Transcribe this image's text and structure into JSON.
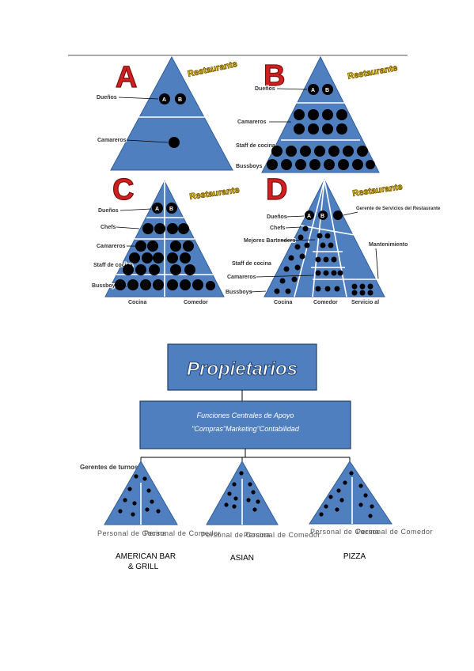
{
  "pyramids": {
    "A": {
      "letter": "A",
      "brand": "Restaurante",
      "labels": {
        "dueños": "Dueños",
        "camareros": "Camareros"
      },
      "a": "A",
      "b": "B"
    },
    "B": {
      "letter": "B",
      "brand": "Restaurante",
      "labels": {
        "dueños": "Dueños",
        "camareros": "Camareros",
        "staff": "Staff de cocina",
        "bussboys": "Bussboys"
      },
      "a": "A",
      "b": "B"
    },
    "C": {
      "letter": "C",
      "brand": "Restaurante",
      "labels": {
        "dueños": "Dueños",
        "chefs": "Chefs",
        "camareros": "Camareros",
        "staff": "Staff de cocina",
        "bussboys": "Bussboys"
      },
      "bottom_left": "Cocina",
      "bottom_right": "Comedor",
      "a": "A",
      "b": "B"
    },
    "D": {
      "letter": "D",
      "brand": "Restaurante",
      "labels": {
        "dueños": "Dueños",
        "chefs": "Chefs",
        "bartenders": "Mejores Bartenders",
        "staff": "Staff de cocina",
        "camareros": "Camareros",
        "bussboys": "Bussboys",
        "gerente": "Gerente de Servicios del Restaurante",
        "mantenimiento": "Mantenimiento"
      },
      "bottom_left": "Cocina",
      "bottom_mid": "Comedor",
      "bottom_right": "Servicio al",
      "a": "A",
      "b": "B"
    }
  },
  "org": {
    "owners": "Propietarios",
    "central_line1": "Funciones Centrales de Apoyo",
    "central_line2": "\"Compras\"Marketing\"Contabilidad",
    "manager_label": "Gerentes de turnos",
    "units": [
      {
        "left": "Personal de Cocina",
        "right": "Personal de Comedor",
        "name_line1": "AMERICAN BAR",
        "name_line2": "& GRILL"
      },
      {
        "left": "Personal de Cocina",
        "right": "Personal de Comedor",
        "name_line1": "ASIAN",
        "name_line2": ""
      },
      {
        "left": "Personal de Cocina",
        "right": "Personal de Comedor",
        "name_line1": "PIZZA",
        "name_line2": ""
      }
    ]
  }
}
